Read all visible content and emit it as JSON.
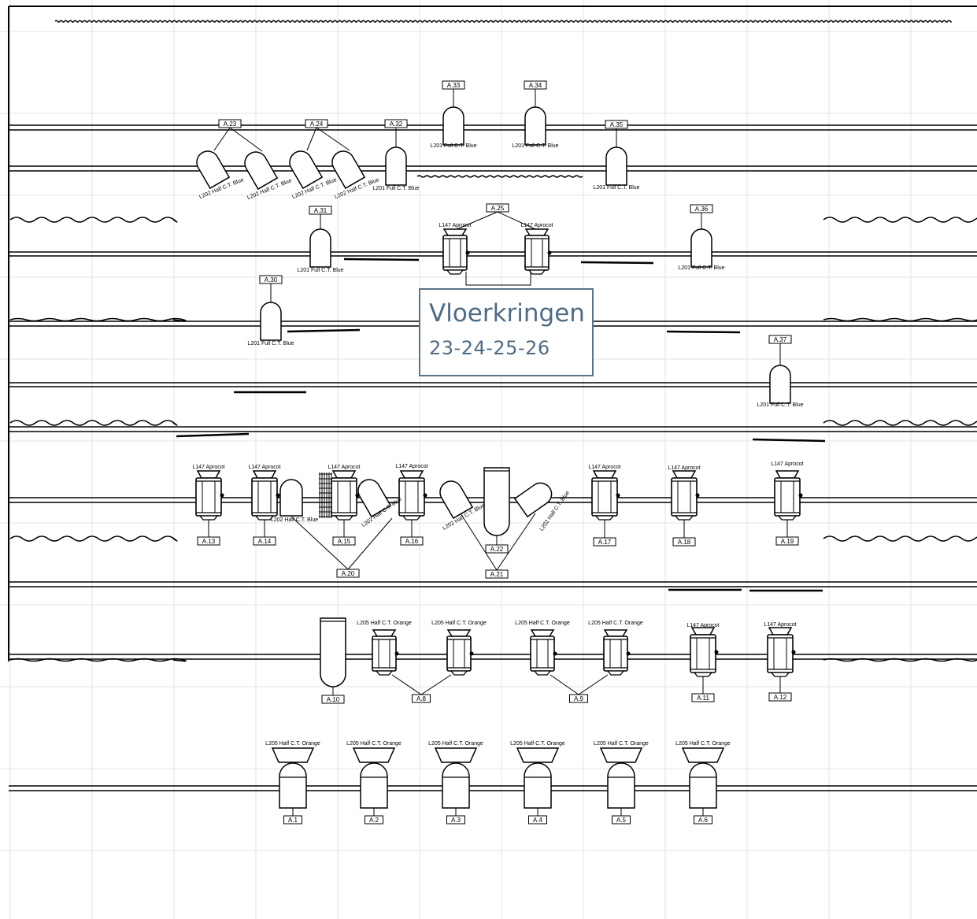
{
  "callout": {
    "title": "Vloerkringen",
    "subtitle": "23-24-25-26"
  },
  "colors": {
    "line": "#000000",
    "grid": "#e3e3e3",
    "callout_border": "#5b7388",
    "callout_text": "#4f6b85"
  },
  "fixtures": [
    {
      "id": "A.1",
      "kind": "fresnel",
      "gel": "L205 Half C.T. Orange"
    },
    {
      "id": "A.2",
      "kind": "fresnel",
      "gel": "L205 Half C.T. Orange"
    },
    {
      "id": "A.3",
      "kind": "fresnel",
      "gel": "L205 Half C.T. Orange"
    },
    {
      "id": "A.4",
      "kind": "fresnel",
      "gel": "L205 Half C.T. Orange"
    },
    {
      "id": "A.5",
      "kind": "fresnel",
      "gel": "L205 Half C.T. Orange"
    },
    {
      "id": "A.6",
      "kind": "fresnel",
      "gel": "L205 Half C.T. Orange"
    },
    {
      "id": "A.8",
      "kind": "par-pair",
      "gel": "L205 Half C.T. Orange"
    },
    {
      "id": "A.9",
      "kind": "par-pair",
      "gel": "L205 Half C.T. Orange"
    },
    {
      "id": "A.10",
      "kind": "cyc",
      "gel": ""
    },
    {
      "id": "A.11",
      "kind": "par",
      "gel": "L147 Aprocot"
    },
    {
      "id": "A.12",
      "kind": "par",
      "gel": "L147 Aprocot"
    },
    {
      "id": "A.13",
      "kind": "par",
      "gel": "L147 Aprocot"
    },
    {
      "id": "A.14",
      "kind": "par",
      "gel": "L147 Aprocot"
    },
    {
      "id": "A.15",
      "kind": "par",
      "gel": "L147 Aprocot"
    },
    {
      "id": "A.16",
      "kind": "par",
      "gel": "L147 Aprocot"
    },
    {
      "id": "A.17",
      "kind": "par",
      "gel": "L147 Aprocot"
    },
    {
      "id": "A.18",
      "kind": "par",
      "gel": "L147 Aprocot"
    },
    {
      "id": "A.19",
      "kind": "par",
      "gel": "L147 Aprocot"
    },
    {
      "id": "A.20",
      "kind": "profile-pair",
      "gel": "L202 Half C.T. Blue"
    },
    {
      "id": "A.21",
      "kind": "profile-pair",
      "gel": "L202 Half C.T. Blue"
    },
    {
      "id": "A.22",
      "kind": "cyc",
      "gel": ""
    },
    {
      "id": "A.23",
      "kind": "profile-pair",
      "gel": "L202 Half C.T. Blue"
    },
    {
      "id": "A.24",
      "kind": "profile-pair",
      "gel": "L202 Half C.T. Blue"
    },
    {
      "id": "A.25",
      "kind": "par-pair",
      "gel": "L147 Aprocot"
    },
    {
      "id": "A.30",
      "kind": "profile",
      "gel": "L201 Full C.T. Blue"
    },
    {
      "id": "A.31",
      "kind": "profile",
      "gel": "L201 Full C.T. Blue"
    },
    {
      "id": "A.32",
      "kind": "profile",
      "gel": "L201 Full C.T. Blue"
    },
    {
      "id": "A.33",
      "kind": "profile",
      "gel": "L201 Full C.T. Blue"
    },
    {
      "id": "A.34",
      "kind": "profile",
      "gel": "L201 Full C.T. Blue"
    },
    {
      "id": "A.35",
      "kind": "profile",
      "gel": "L201 Full C.T. Blue"
    },
    {
      "id": "A.36",
      "kind": "profile",
      "gel": "L201 Full C.T. Blue"
    },
    {
      "id": "A.37",
      "kind": "profile",
      "gel": "L201 Full C.T. Blue"
    }
  ]
}
